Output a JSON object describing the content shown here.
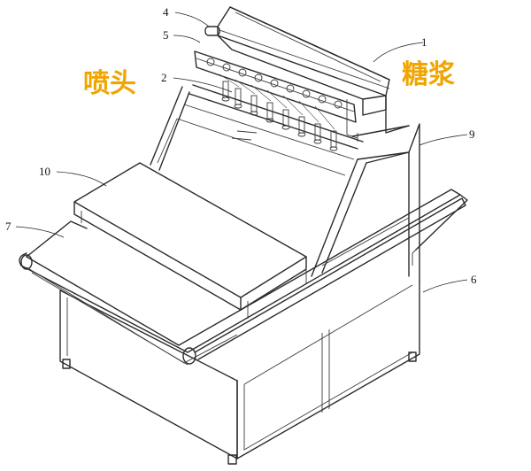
{
  "labels": {
    "n1": "1",
    "n2": "2",
    "n4": "4",
    "n5": "5",
    "n6": "6",
    "n7": "7",
    "n9": "9",
    "n10": "10"
  },
  "annotations": {
    "nozzle": "喷头",
    "syrup": "糖浆"
  },
  "colors": {
    "annotation": "#f0a500",
    "linework": "#2b2b2b"
  }
}
